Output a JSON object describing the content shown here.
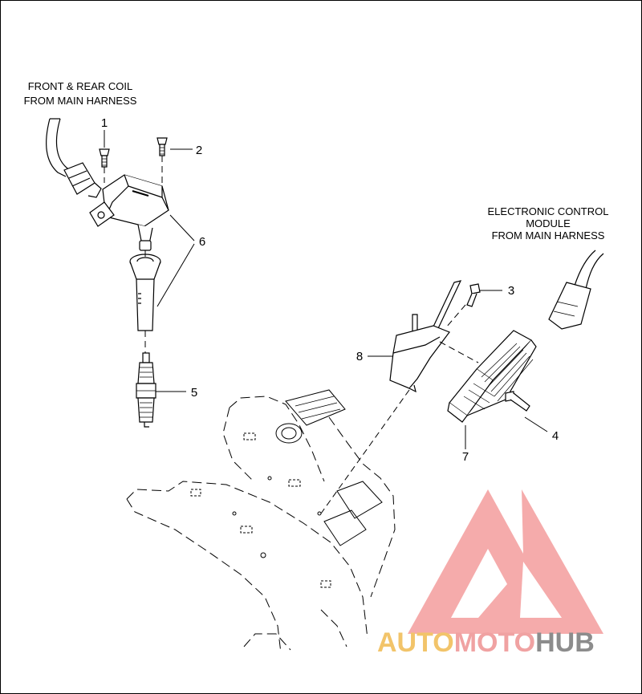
{
  "labels": {
    "coil_line1": "FRONT & REAR COIL",
    "coil_line2": "FROM MAIN HARNESS",
    "ecm_line1": "ELECTRONIC CONTROL",
    "ecm_line2": "MODULE",
    "ecm_line3": "FROM MAIN HARNESS"
  },
  "callouts": [
    "1",
    "2",
    "3",
    "4",
    "5",
    "6",
    "7",
    "8"
  ],
  "watermark": {
    "part1": "AUTO",
    "part2": "MOTO",
    "part3": "HUB",
    "color1": "#f2c46a",
    "color2": "#f0a2a2",
    "color3": "#8c8c8c"
  }
}
